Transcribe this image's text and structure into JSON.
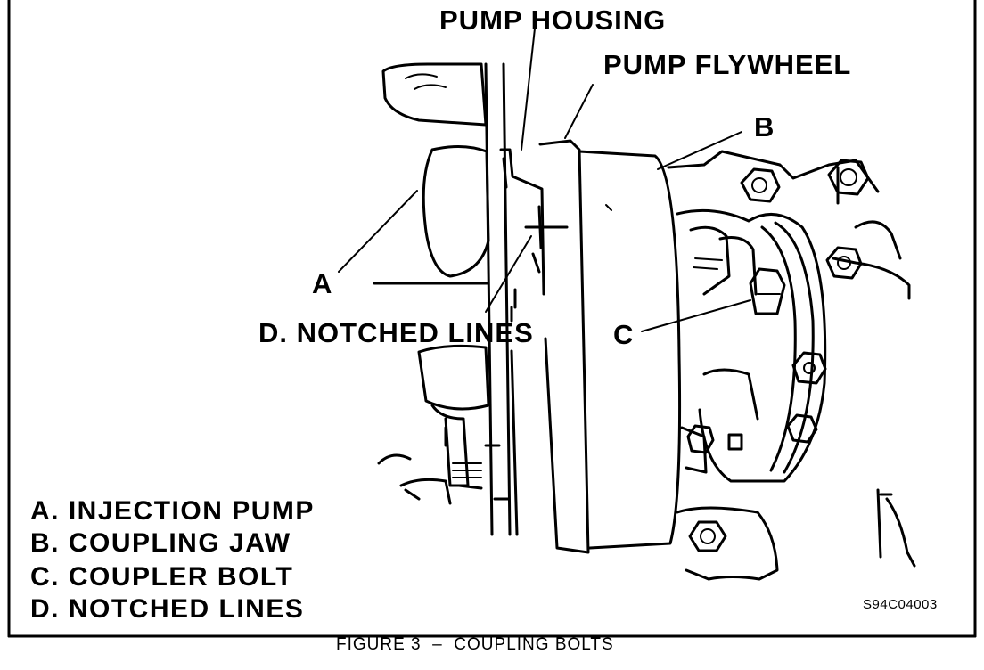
{
  "callouts": {
    "pump_housing": "PUMP HOUSING",
    "pump_flywheel": "PUMP FLYWHEEL",
    "b": "B",
    "a": "A",
    "notched_lines": "D. NOTCHED LINES",
    "c": "C"
  },
  "legend": {
    "items": [
      "A. INJECTION PUMP",
      "B. COUPLING JAW",
      "C. COUPLER BOLT",
      "D. NOTCHED LINES"
    ]
  },
  "figure_code": "S94C04003",
  "caption": "FIGURE 3  –  COUPLING BOLTS"
}
